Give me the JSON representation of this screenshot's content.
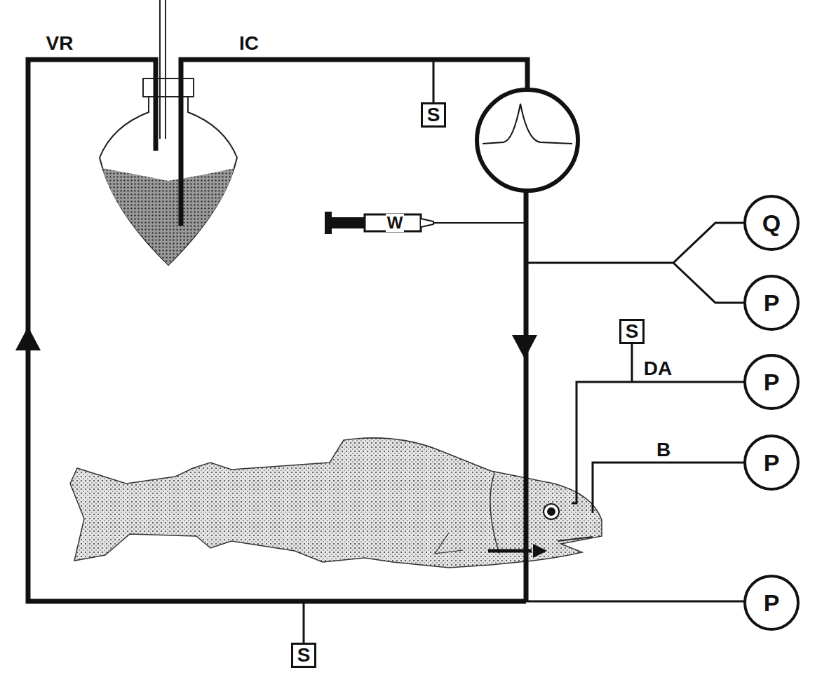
{
  "diagram": {
    "nodes": [
      {
        "text": [
          "S"
        ]
      },
      {
        "text": [
          "Q"
        ]
      },
      {
        "text": [
          "P"
        ]
      },
      {
        "text": [
          "S"
        ]
      },
      {
        "text": [
          "P"
        ]
      },
      {
        "text": [
          "P"
        ]
      },
      {
        "text": [
          "P"
        ]
      },
      {
        "text": [
          "S"
        ]
      }
    ],
    "labels": [
      "VR",
      "IC",
      "W",
      "DA",
      "B"
    ]
  }
}
